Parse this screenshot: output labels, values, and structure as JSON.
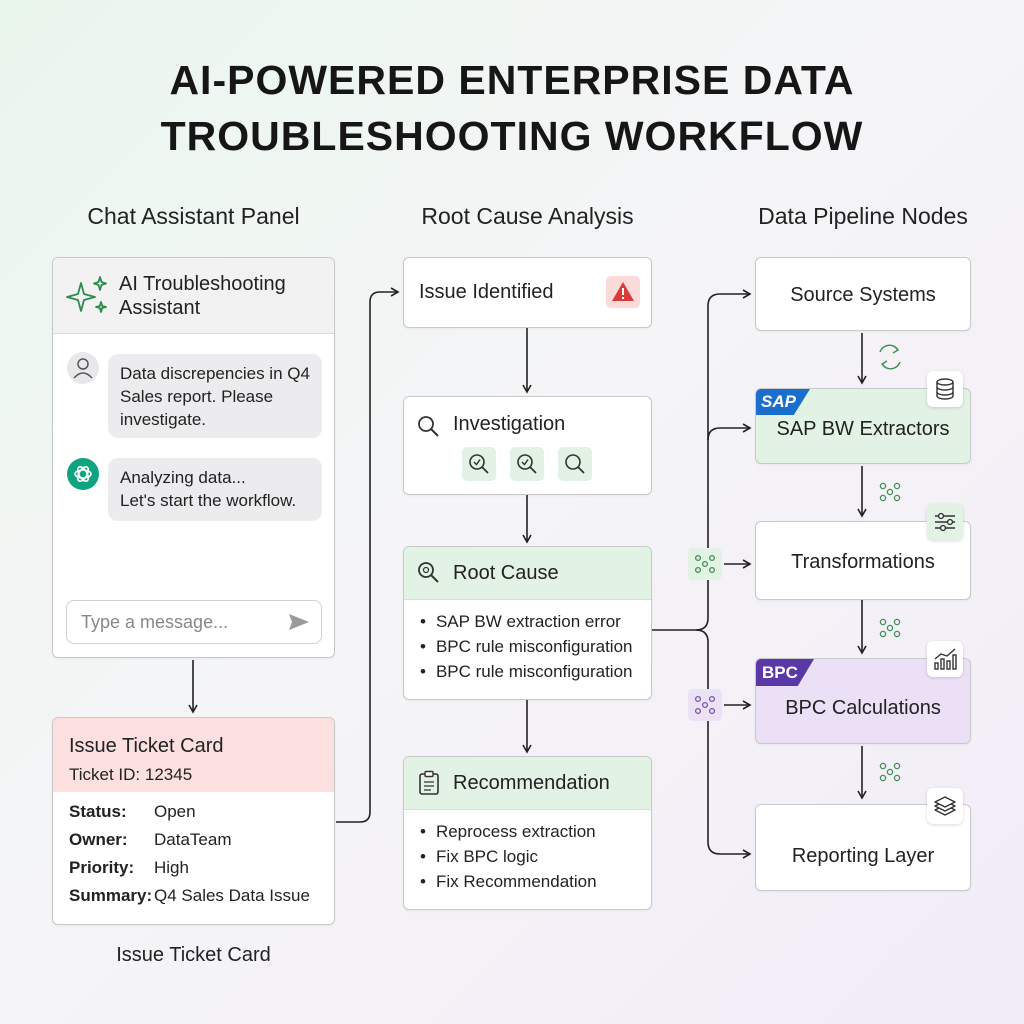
{
  "title_line1": "AI-POWERED ENTERPRISE DATA",
  "title_line2": "TROUBLESHOOTING WORKFLOW",
  "columns": {
    "chat": "Chat Assistant Panel",
    "analysis": "Root Cause Analysis",
    "pipeline": "Data Pipeline Nodes"
  },
  "chat": {
    "assistant_name_1": "AI Troubleshooting",
    "assistant_name_2": "Assistant",
    "user_message_1": "Data discrepencies in Q4",
    "user_message_2": "Sales report. Please",
    "user_message_3": "investigate.",
    "ai_message_1": "Analyzing data...",
    "ai_message_2": "Let's start the workflow.",
    "input_placeholder": "Type a message..."
  },
  "ticket": {
    "title": "Issue Ticket Card",
    "id_label": "Ticket ID: 12345",
    "status_key": "Status:",
    "status_val": "Open",
    "owner_key": "Owner:",
    "owner_val": "DataTeam",
    "priority_key": "Priority:",
    "priority_val": "High",
    "summary_key": "Summary:",
    "summary_val": "Q4 Sales Data Issue",
    "caption": "Issue Ticket Card"
  },
  "analysis": {
    "issue": "Issue Identified",
    "investigation": "Investigation",
    "root_cause": "Root Cause",
    "root_cause_items": [
      "SAP BW extraction error",
      "BPC rule misconfiguration",
      "BPC rule misconfiguration"
    ],
    "recommendation": "Recommendation",
    "recommendation_items": [
      "Reprocess extraction",
      "Fix BPC logic",
      "Fix Recommendation"
    ]
  },
  "pipeline": {
    "source": "Source Systems",
    "sap_tag": "SAP",
    "sap": "SAP BW Extractors",
    "transform": "Transformations",
    "bpc_tag": "BPC",
    "bpc": "BPC Calculations",
    "reporting": "Reporting Layer"
  },
  "colors": {
    "green_fill": "#e2f2e4",
    "red_fill": "#fbe0df",
    "purple_fill": "#ebe0f5",
    "sap_blue": "#1a6fce",
    "bpc_purple": "#5a38a8",
    "assistant_green": "#10a37f",
    "alert_red": "#d93a3a"
  },
  "icons": [
    "sparkle-icon",
    "user-icon",
    "assistant-icon",
    "send-icon",
    "alert-icon",
    "search-icon",
    "root-cause-icon",
    "clipboard-icon",
    "sync-icon",
    "database-icon",
    "network-icon",
    "sliders-icon",
    "bar-chart-icon",
    "layers-icon"
  ]
}
